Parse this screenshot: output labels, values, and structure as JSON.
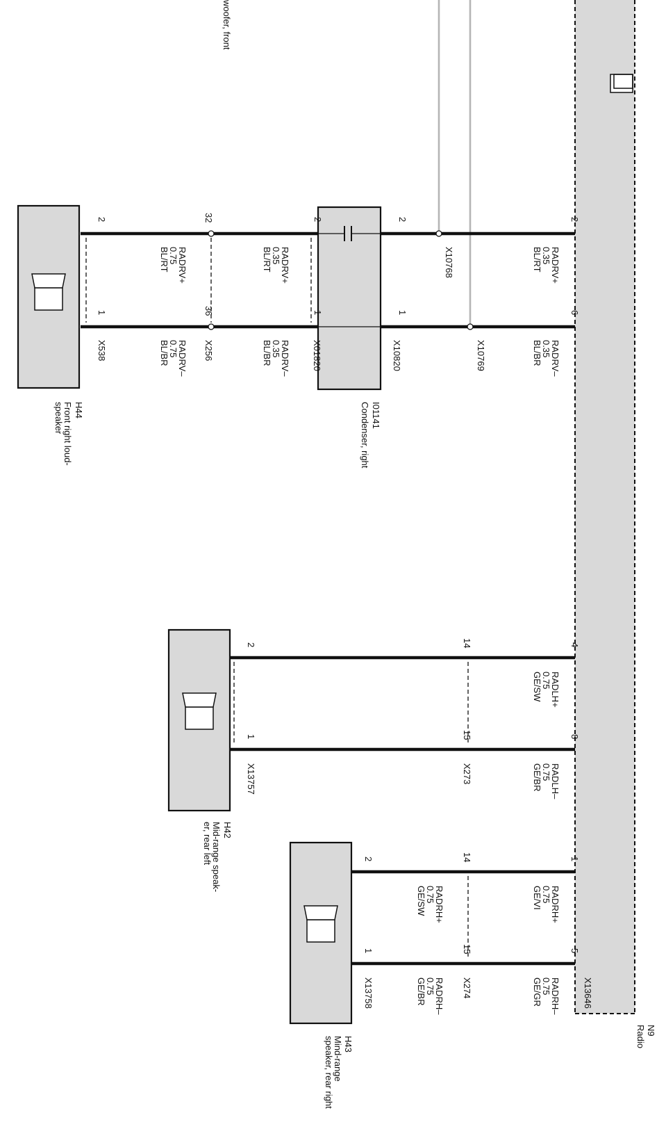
{
  "colors": {
    "box_fill": "#d9d9d9",
    "line": "#111111",
    "shield": "#b5b5b5"
  },
  "radio": {
    "id": "N9",
    "name": "Radio",
    "connector": "X13646",
    "icon": "radio-connector-icon"
  },
  "top_fragment": {
    "text": "woofer, front"
  },
  "front_right": {
    "radio_pins": {
      "plus": "2",
      "minus": "6"
    },
    "wire1": {
      "plus": {
        "signal": "RADRV+",
        "size": "0.35",
        "color": "BL/RT"
      },
      "minus": {
        "signal": "RADRV–",
        "size": "0.35",
        "color": "BL/BR"
      }
    },
    "shield_plus": "X10768",
    "shield_minus": "X10769",
    "condenser": {
      "id": "I01141",
      "name": "Condenser, right",
      "top_pins": {
        "plus": "2",
        "minus": "1"
      },
      "bottom_pins": {
        "plus": "2",
        "minus": "1"
      },
      "top_connector": "X10820",
      "bottom_connector": "X01820"
    },
    "wire2": {
      "plus": {
        "signal": "RADRV+",
        "size": "0.35",
        "color": "BL/RT"
      },
      "minus": {
        "signal": "RADRV–",
        "size": "0.35",
        "color": "BL/BR"
      }
    },
    "mid_pins": {
      "plus": "32",
      "minus": "36"
    },
    "mid_connector": "X256",
    "wire3": {
      "plus": {
        "signal": "RADRV+",
        "size": "0.75",
        "color": "BL/RT"
      },
      "minus": {
        "signal": "RADRV–",
        "size": "0.75",
        "color": "BL/BR"
      }
    },
    "speaker": {
      "id": "H44",
      "name_line1": "Front right loud-",
      "name_line2": "speaker",
      "pins": {
        "plus": "2",
        "minus": "1"
      },
      "connector": "X538"
    }
  },
  "rear_left": {
    "radio_pins": {
      "plus": "4",
      "minus": "8"
    },
    "wire1": {
      "plus": {
        "signal": "RADLH+",
        "size": "0.75",
        "color": "GE/SW"
      },
      "minus": {
        "signal": "RADLH–",
        "size": "0.75",
        "color": "GE/BR"
      }
    },
    "mid_pins": {
      "plus": "14",
      "minus": "15"
    },
    "mid_connector": "X273",
    "speaker": {
      "id": "H42",
      "name_line1": "Mid-range speak-",
      "name_line2": "er, rear left",
      "pins": {
        "plus": "2",
        "minus": "1"
      },
      "connector": "X13757"
    }
  },
  "rear_right": {
    "radio_pins": {
      "plus": "1",
      "minus": "5"
    },
    "wire1": {
      "plus": {
        "signal": "RADRH+",
        "size": "0.75",
        "color": "GE/VI"
      },
      "minus": {
        "signal": "RADRH–",
        "size": "0.75",
        "color": "GE/GR"
      }
    },
    "mid_pins": {
      "plus": "14",
      "minus": "15"
    },
    "mid_connector": "X274",
    "wire2": {
      "plus": {
        "signal": "RADRH+",
        "size": "0.75",
        "color": "GE/SW"
      },
      "minus": {
        "signal": "RADRH–",
        "size": "0.75",
        "color": "GE/BR"
      }
    },
    "speaker": {
      "id": "H43",
      "name_line1": "Mind-range",
      "name_line2": "speaker, rear right",
      "pins": {
        "plus": "2",
        "minus": "1"
      },
      "connector": "X13758"
    }
  }
}
